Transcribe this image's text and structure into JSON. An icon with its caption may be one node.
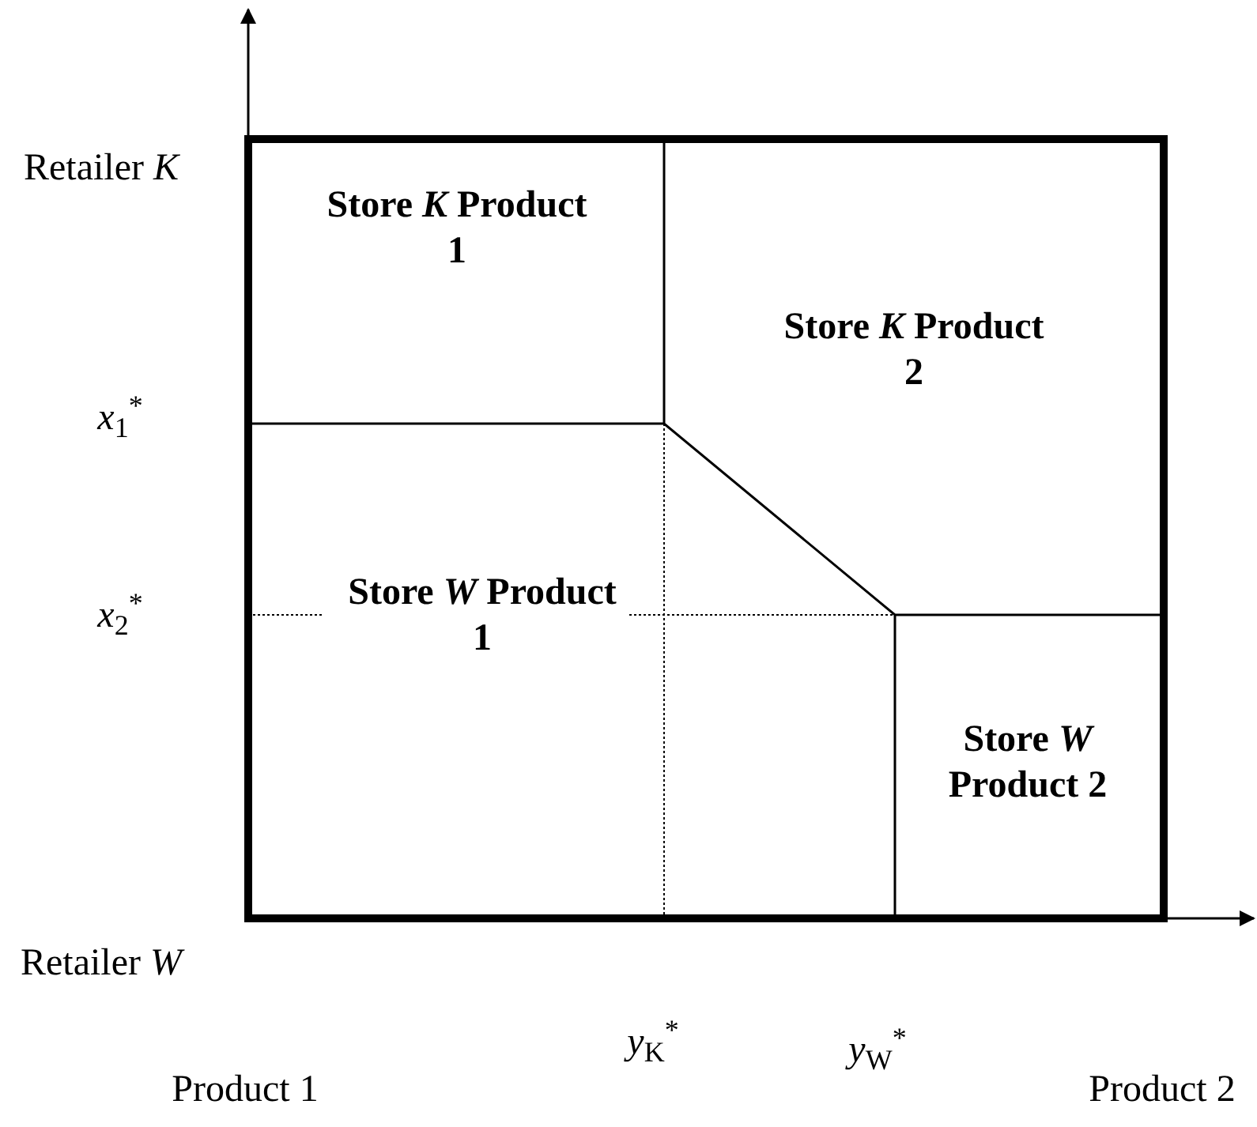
{
  "diagram": {
    "labels": [
      "Retailer *K*",
      "Store *K* Product 1",
      "Store *K* Product 2",
      "*x*$_{1}$$^{*}$",
      "*x*$_{2}$$^{*}$",
      "Store *W* Product 1",
      "Store *W* Product 2",
      "Retailer *W*",
      "*y*$_{K}$$^{*}$",
      "*y*$_{W}$$^{*}$",
      "Product 1",
      "Product 2"
    ]
  }
}
